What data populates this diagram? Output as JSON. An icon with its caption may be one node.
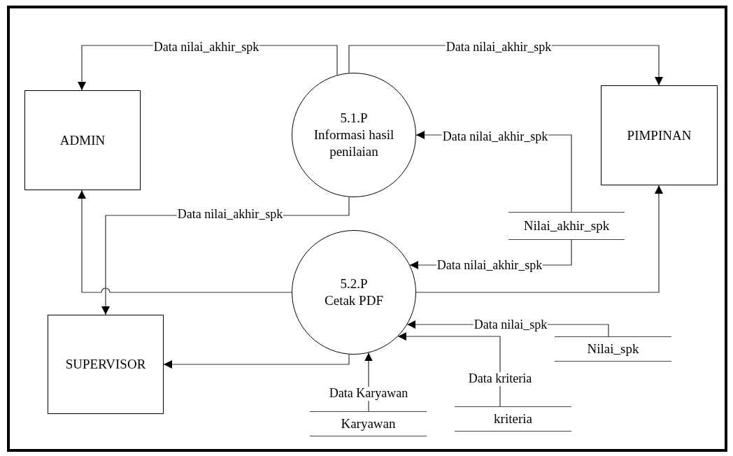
{
  "diagram": {
    "nodes": [
      {
        "text": [
          "ADMIN"
        ]
      },
      {
        "text": [
          "5.1.P",
          "Informasi hasil penilaian"
        ]
      },
      {
        "text": [
          "PIMPINAN"
        ]
      },
      {
        "text": [
          "Nilai_akhir_spk"
        ]
      },
      {
        "text": [
          "5.2.P",
          "Cetak PDF"
        ]
      },
      {
        "text": [
          "SUPERVISOR"
        ]
      },
      {
        "text": [
          "Nilai_spk"
        ]
      },
      {
        "text": [
          "Karyawan"
        ]
      },
      {
        "text": [
          "kriteria"
        ]
      }
    ],
    "edges": [
      {
        "from": 1,
        "to": 0,
        "arrow": "to",
        "label": "Data nilai_akhir_spk"
      },
      {
        "from": 1,
        "to": 2,
        "arrow": "to",
        "label": "Data nilai_akhir_spk"
      },
      {
        "from": 3,
        "to": 1,
        "arrow": "to",
        "label": "Data nilai_akhir_spk"
      },
      {
        "from": 1,
        "to": 5,
        "arrow": "to",
        "label": "Data nilai_akhir_spk"
      },
      {
        "from": 3,
        "to": 4,
        "arrow": "to",
        "label": "Data nilai_akhir_spk"
      },
      {
        "from": 4,
        "to": 0,
        "arrow": "to"
      },
      {
        "from": 4,
        "to": 2,
        "arrow": "to"
      },
      {
        "from": 4,
        "to": 5,
        "arrow": "to"
      },
      {
        "from": 6,
        "to": 4,
        "arrow": "to",
        "label": "Data nilai_spk"
      },
      {
        "from": 8,
        "to": 4,
        "arrow": "to",
        "label": "Data kriteria"
      },
      {
        "from": 7,
        "to": 4,
        "arrow": "to",
        "label": "Data Karyawan"
      }
    ]
  }
}
